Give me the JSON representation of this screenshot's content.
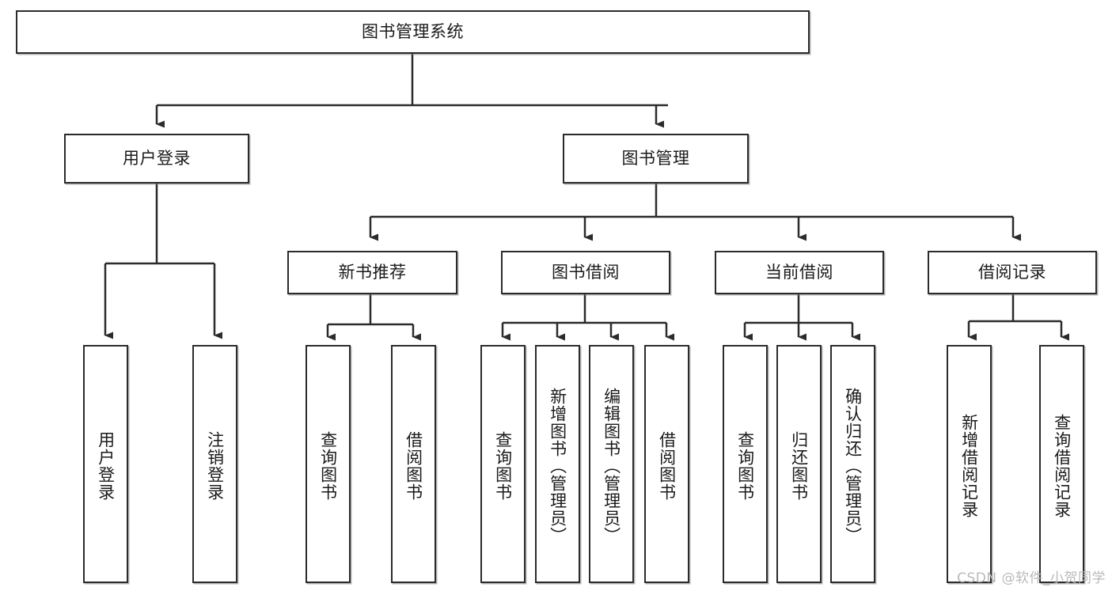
{
  "diagram": {
    "type": "tree-hierarchy",
    "title_node": {
      "id": "root",
      "label": "图书管理系统"
    },
    "level2": [
      {
        "id": "user-login",
        "label": "用户登录"
      },
      {
        "id": "book-management",
        "label": "图书管理"
      }
    ],
    "level3": [
      {
        "id": "new-book-recommend",
        "label": "新书推荐",
        "parent": "book-management"
      },
      {
        "id": "book-borrow",
        "label": "图书借阅",
        "parent": "book-management"
      },
      {
        "id": "current-borrow",
        "label": "当前借阅",
        "parent": "book-management"
      },
      {
        "id": "borrow-record",
        "label": "借阅记录",
        "parent": "book-management"
      }
    ],
    "leaves": [
      {
        "id": "leaf-user-login",
        "label": "用户登录",
        "parent": "user-login"
      },
      {
        "id": "leaf-logout",
        "label": "注销登录",
        "parent": "user-login"
      },
      {
        "id": "leaf-query-book-1",
        "label": "查询图书",
        "parent": "new-book-recommend"
      },
      {
        "id": "leaf-borrow-book-1",
        "label": "借阅图书",
        "parent": "new-book-recommend"
      },
      {
        "id": "leaf-query-book-2",
        "label": "查询图书",
        "parent": "book-borrow"
      },
      {
        "id": "leaf-add-book",
        "label": "新增图书（管理员）",
        "parent": "book-borrow"
      },
      {
        "id": "leaf-edit-book",
        "label": "编辑图书（管理员）",
        "parent": "book-borrow"
      },
      {
        "id": "leaf-borrow-book-2",
        "label": "借阅图书",
        "parent": "book-borrow"
      },
      {
        "id": "leaf-query-book-3",
        "label": "查询图书",
        "parent": "current-borrow"
      },
      {
        "id": "leaf-return-book",
        "label": "归还图书",
        "parent": "current-borrow"
      },
      {
        "id": "leaf-confirm-return",
        "label": "确认归还（管理员）",
        "parent": "current-borrow"
      },
      {
        "id": "leaf-add-record",
        "label": "新增借阅记录",
        "parent": "borrow-record"
      },
      {
        "id": "leaf-query-record",
        "label": "查询借阅记录",
        "parent": "borrow-record"
      }
    ]
  },
  "watermark": {
    "text": "CSDN @软件_小贺同学"
  },
  "colors": {
    "border": "#2b2b2b",
    "background": "#ffffff",
    "text": "#1a1a1a",
    "watermark": "#b9b9b9"
  }
}
